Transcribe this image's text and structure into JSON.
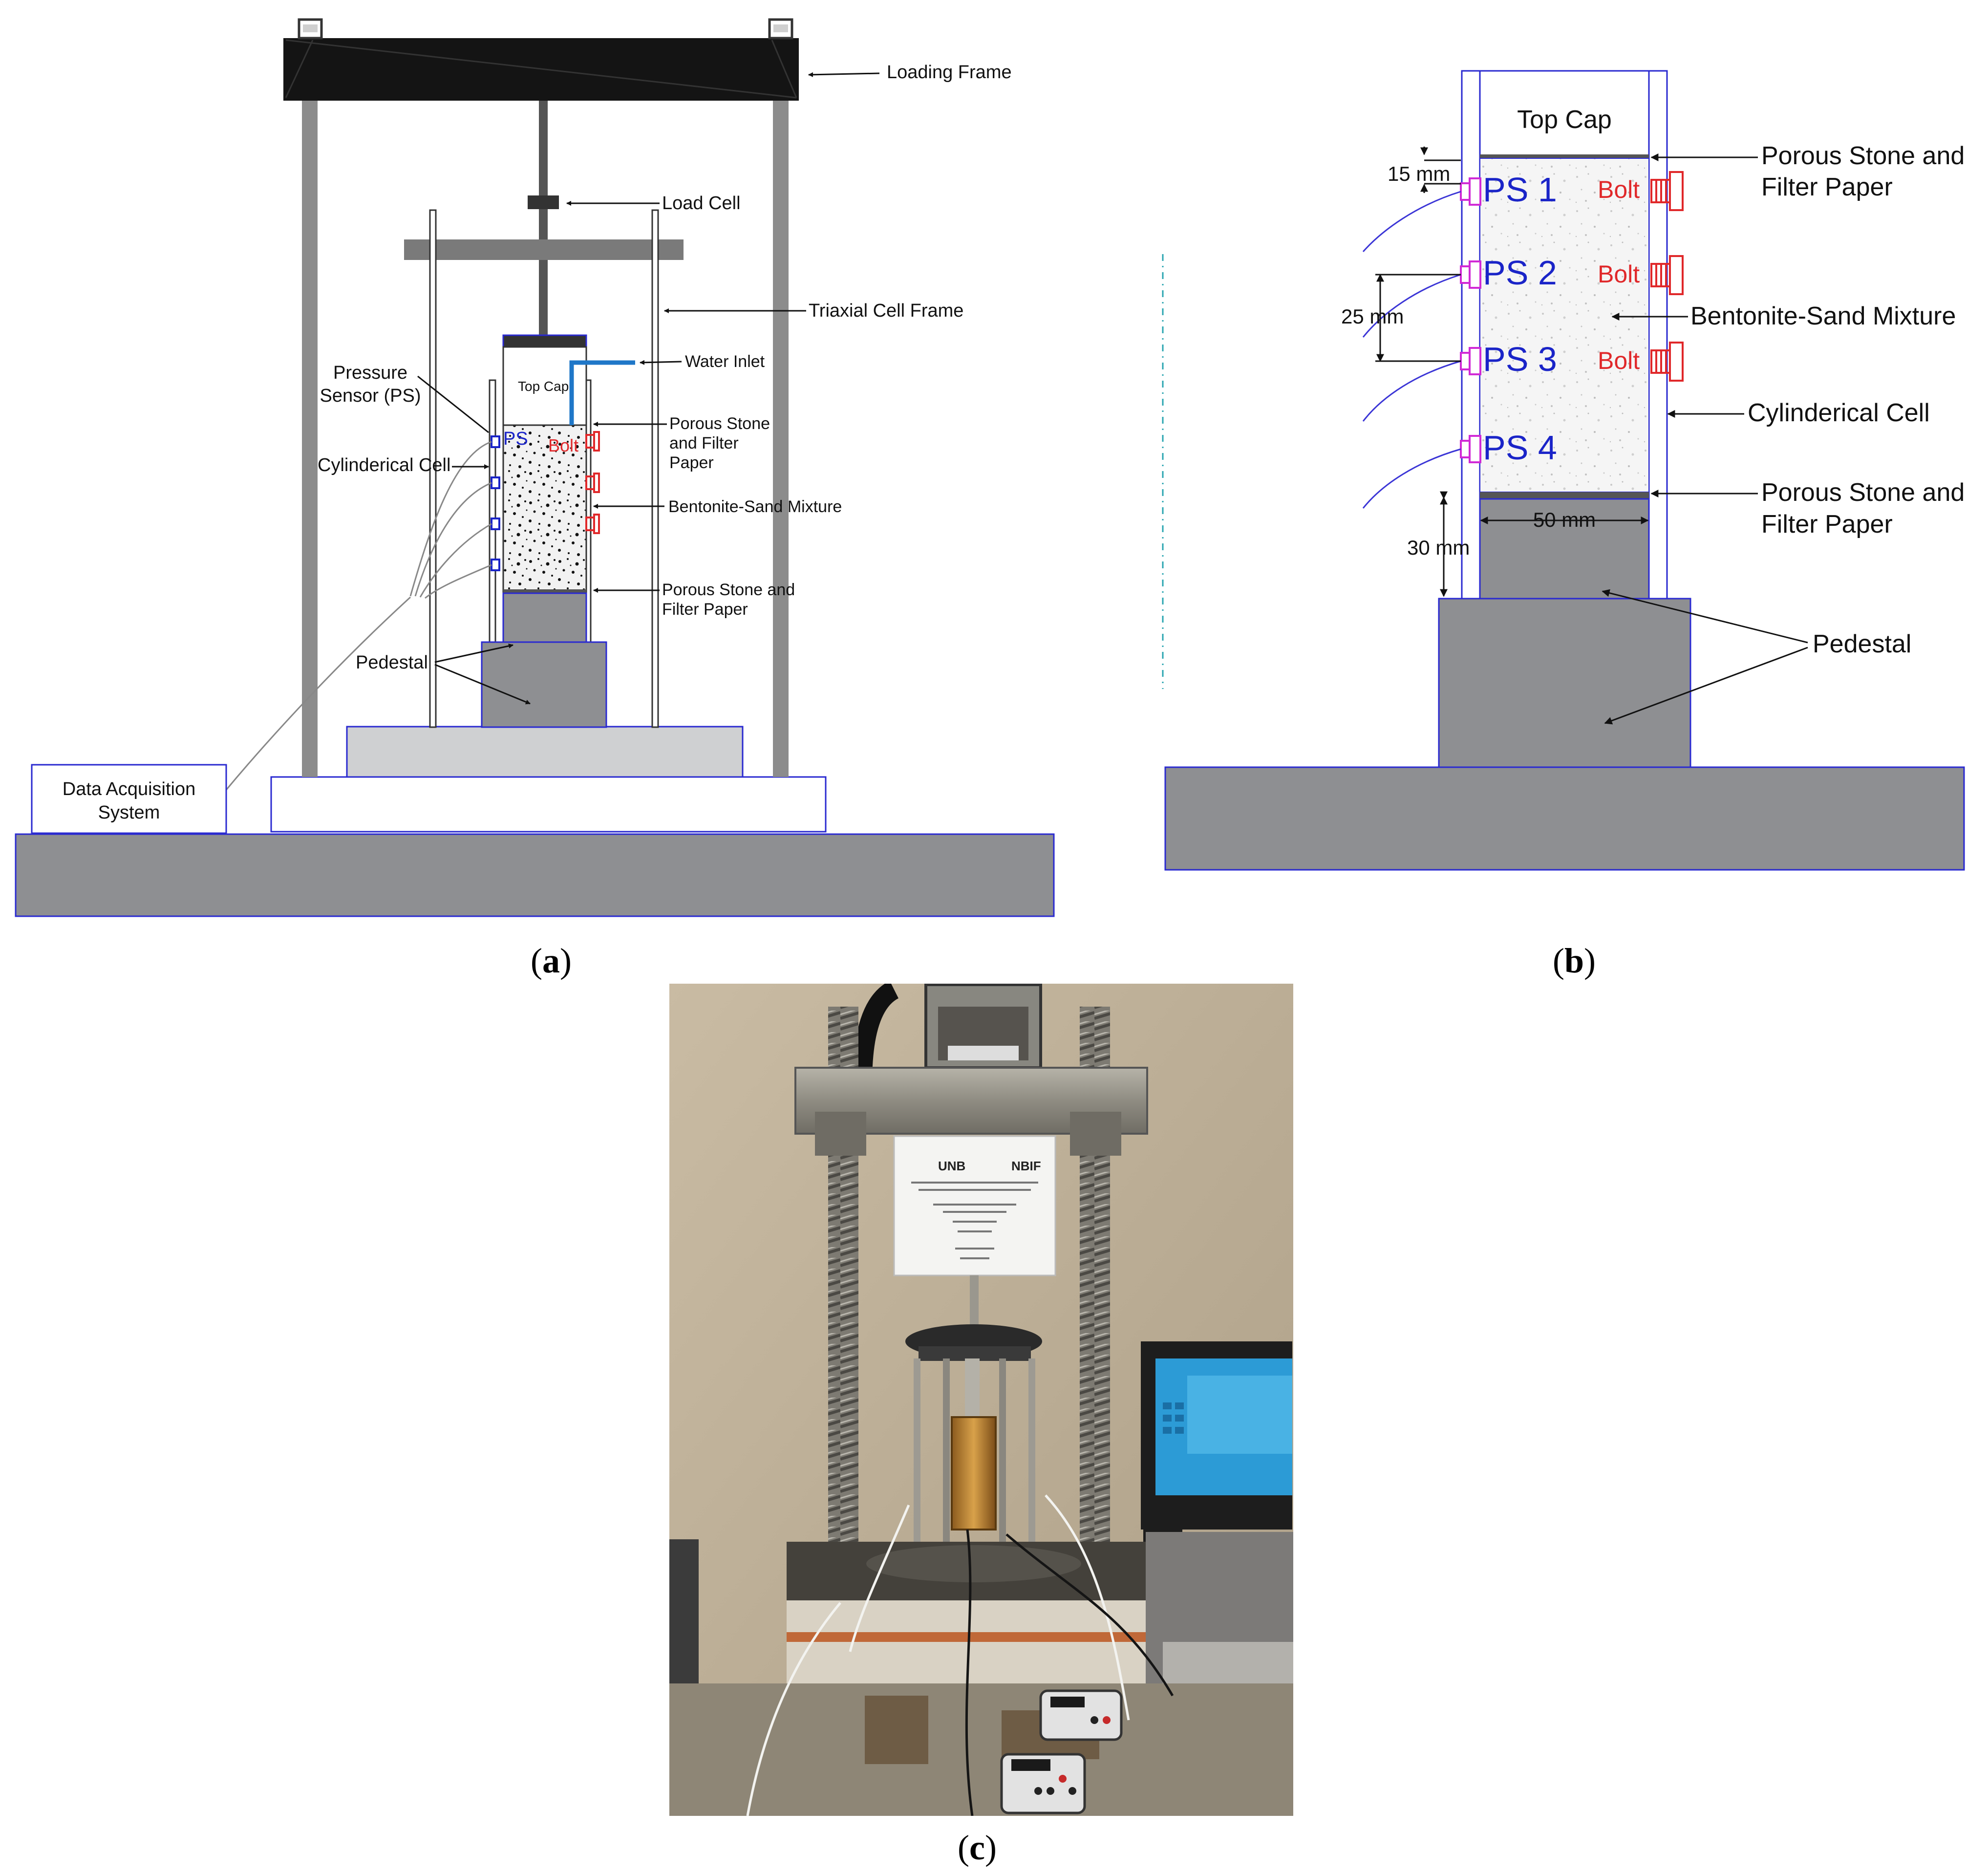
{
  "colors": {
    "frame_dark": "#141414",
    "rod_gray": "#8c8c8c",
    "concrete_gray": "#8e8f92",
    "plate_light": "#cfd0d2",
    "pressure_sensor_blue": "#1a24c8",
    "bolt_red": "#e0282a",
    "ps_box_magenta": "#d12ad6",
    "water_blue": "#1f77c8",
    "border_blue": "#2a2ad0"
  },
  "panel_a": {
    "caption": "a",
    "loading_frame": "Loading Frame",
    "load_cell": "Load Cell",
    "triaxial_cell_frame": "Triaxial Cell Frame",
    "water_inlet": "Water Inlet",
    "top_cap": "Top Cap",
    "pressure_sensor": [
      "Pressure",
      "Sensor (PS)"
    ],
    "ps_short": "PS",
    "bolt": "Bolt",
    "cylindrical_cell": "Cylinderical Cell",
    "porous_stone_top": [
      "Porous Stone",
      "and Filter",
      "Paper"
    ],
    "bentonite_sand": "Bentonite-Sand Mixture",
    "porous_stone_bottom": [
      "Porous Stone and",
      "Filter Paper"
    ],
    "pedestal": "Pedestal",
    "data_acquisition": [
      "Data Acquisition",
      "System"
    ]
  },
  "panel_b": {
    "caption": "b",
    "top_cap": "Top Cap",
    "porous_stone_top": [
      "Porous Stone and",
      "Filter Paper"
    ],
    "bentonite_sand": "Bentonite-Sand Mixture",
    "cylindrical_cell": "Cylinderical Cell",
    "porous_stone_bottom": [
      "Porous Stone and",
      "Filter Paper"
    ],
    "pedestal": "Pedestal",
    "sensors": [
      "PS 1",
      "PS 2",
      "PS 3",
      "PS 4"
    ],
    "bolt": "Bolt",
    "dim_15": "15 mm",
    "dim_25": "25 mm",
    "dim_30": "30 mm",
    "dim_50": "50 mm"
  },
  "panel_c": {
    "caption": "c",
    "sign_left": "UNB",
    "sign_right": "NBIF"
  }
}
